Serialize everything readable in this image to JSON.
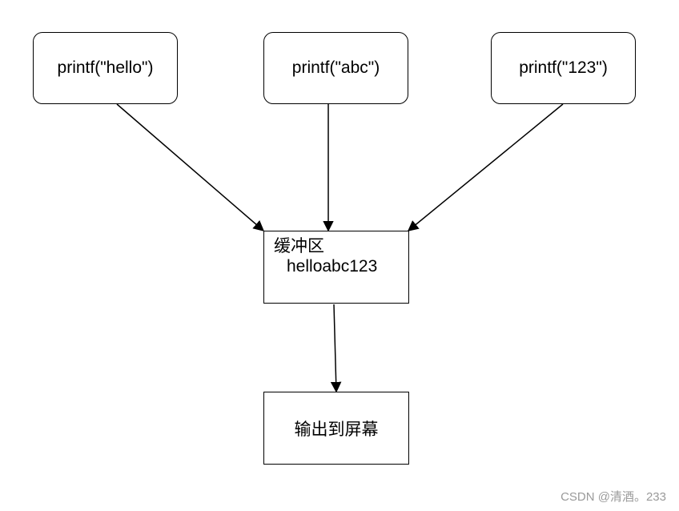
{
  "diagram": {
    "nodes": {
      "printf_hello": {
        "label": "printf(\"hello\")"
      },
      "printf_abc": {
        "label": "printf(\"abc\")"
      },
      "printf_123": {
        "label": "printf(\"123\")"
      },
      "buffer": {
        "title": "缓冲区",
        "content": "helloabc123"
      },
      "output": {
        "label": "输出到屏幕"
      }
    },
    "edges": [
      {
        "from": "printf_hello",
        "to": "buffer"
      },
      {
        "from": "printf_abc",
        "to": "buffer"
      },
      {
        "from": "printf_123",
        "to": "buffer"
      },
      {
        "from": "buffer",
        "to": "output"
      }
    ]
  },
  "watermark": "CSDN @清酒。233"
}
